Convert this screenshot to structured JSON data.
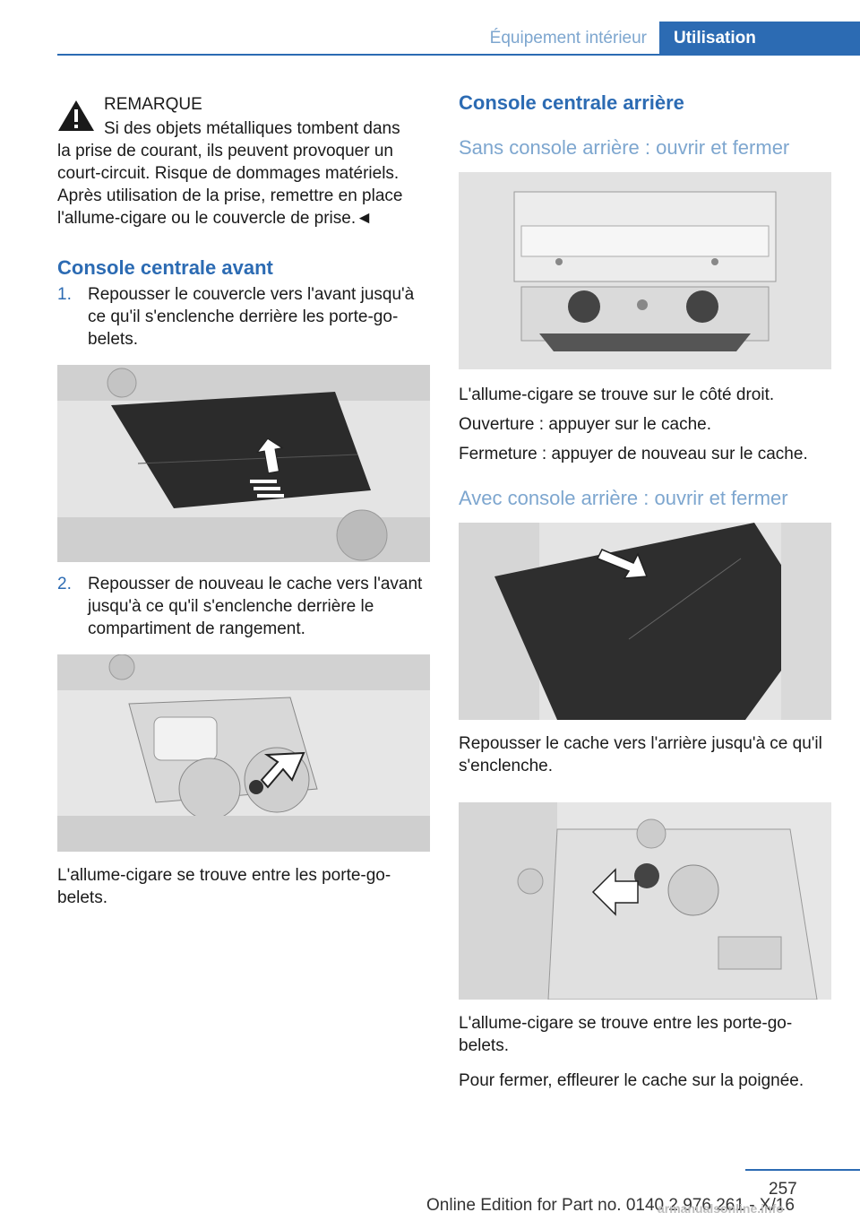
{
  "header": {
    "section_left": "Équipement intérieur",
    "section_right": "Utilisation"
  },
  "left": {
    "warning": {
      "title": "REMARQUE",
      "line1": "Si des objets métalliques tombent dans",
      "rest": "la prise de courant, ils peuvent provoquer un court-circuit. Risque de dommages matériels. Après utilisation de la prise, remettre en place l'allume-cigare ou le couvercle de prise.◄"
    },
    "heading_front": "Console centrale avant",
    "steps": [
      {
        "num": "1.",
        "text": "Repousser le couvercle vers l'avant jusqu'à ce qu'il s'enclenche derrière les porte-go-belets."
      },
      {
        "num": "2.",
        "text": "Repousser de nouveau le cache vers l'avant jusqu'à ce qu'il s'enclenche derrière le compartiment de rangement."
      }
    ],
    "caption_bottom": "L'allume-cigare se trouve entre les porte-go-belets."
  },
  "right": {
    "heading_rear": "Console centrale arrière",
    "sub_without": "Sans console arrière : ouvrir et fermer",
    "text_location": "L'allume-cigare se trouve sur le côté droit.",
    "text_open": "Ouverture : appuyer sur le cache.",
    "text_close": "Fermeture : appuyer de nouveau sur le cache.",
    "sub_with": "Avec console arrière : ouvrir et fermer",
    "text_push": "Repousser le cache vers l'arrière jusqu'à ce qu'il s'enclenche.",
    "text_between": "L'allume-cigare se trouve entre les porte-go-belets.",
    "text_closing": "Pour fermer, effleurer le cache sur la poignée."
  },
  "footer": {
    "page_number": "257",
    "edition": "Online Edition for Part no. 0140 2 976 261 - X/16",
    "watermark": "armanualsonline.info"
  },
  "icons": {
    "warning": "warning-triangle-icon"
  },
  "colors": {
    "accent": "#2c6bb3",
    "subheading": "#7da6cf"
  }
}
